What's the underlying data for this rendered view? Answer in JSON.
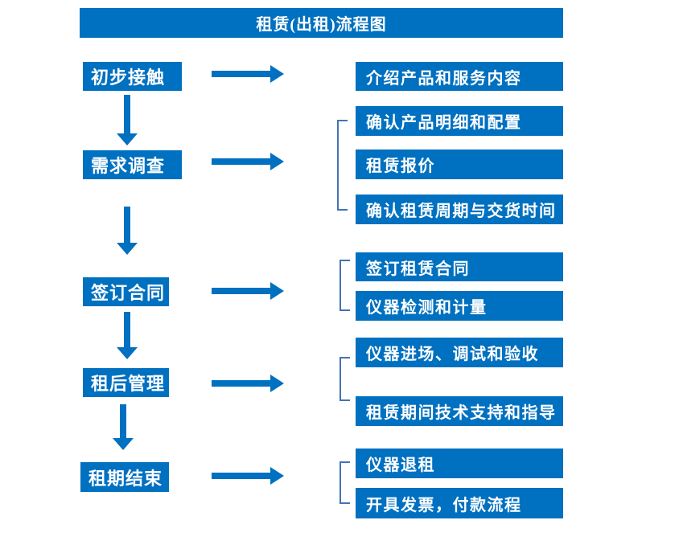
{
  "title": "租赁(出租)流程图",
  "colors": {
    "primary": "#0070C0",
    "bracket": "#4472B5",
    "text": "#FFFFFF",
    "background": "#FFFFFF"
  },
  "flow": {
    "stages": [
      {
        "label": "初步接触",
        "outputs": [
          "介绍产品和服务内容"
        ]
      },
      {
        "label": "需求调查",
        "outputs": [
          "确认产品明细和配置",
          "租赁报价",
          "确认租赁周期与交货时间"
        ]
      },
      {
        "label": "签订合同",
        "outputs": [
          "签订租赁合同",
          "仪器检测和计量"
        ]
      },
      {
        "label": "租后管理",
        "outputs": [
          "仪器进场、调试和验收",
          "租赁期间技术支持和指导"
        ]
      },
      {
        "label": "租期结束",
        "outputs": [
          "仪器退租",
          "开具发票，付款流程"
        ]
      }
    ]
  }
}
